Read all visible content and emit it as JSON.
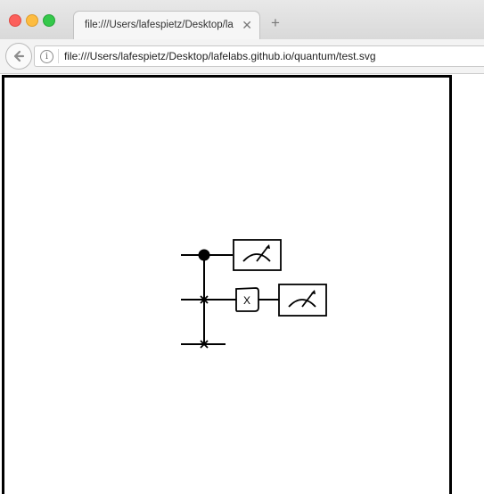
{
  "browser": {
    "tab": {
      "title": "file:///Users/lafespietz/Desktop/la",
      "close_glyph": "✕"
    },
    "new_tab_glyph": "+",
    "url": "file:///Users/lafespietz/Desktop/lafelabs.github.io/quantum/test.svg",
    "info_glyph": "i"
  },
  "circuit": {
    "gate_x_label": "X",
    "icons": [
      "measurement-meter-icon",
      "measurement-meter-icon",
      "swap-x-icon",
      "control-dot-icon"
    ]
  }
}
